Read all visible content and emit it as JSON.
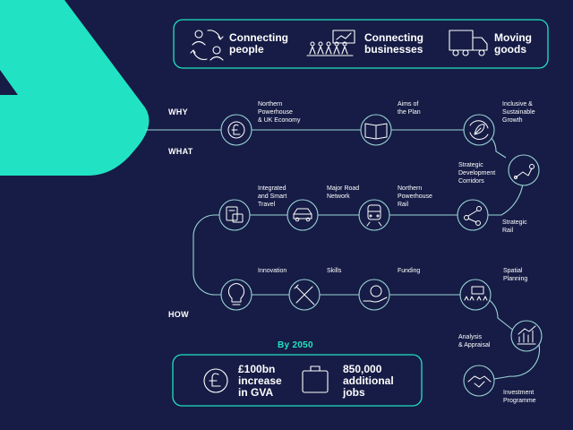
{
  "colors": {
    "background": "#161c45",
    "accent": "#21e3c3",
    "line": "#9bd5d8"
  },
  "top_box": {
    "items": [
      {
        "icon": "people-exchange-icon",
        "label_line1": "Connecting",
        "label_line2": "people"
      },
      {
        "icon": "business-meeting-icon",
        "label_line1": "Connecting",
        "label_line2": "businesses"
      },
      {
        "icon": "truck-icon",
        "label_line1": "Moving",
        "label_line2": "goods"
      }
    ]
  },
  "sections": {
    "why": "WHY",
    "what": "WHAT",
    "how": "HOW"
  },
  "nodes": {
    "northern_powerhouse_economy": {
      "line1": "Northern",
      "line2": "Powerhouse",
      "line3": "& UK Economy"
    },
    "aims": {
      "line1": "Aims of",
      "line2": "the Plan"
    },
    "inclusive": {
      "line1": "Inclusive &",
      "line2": "Sustainable",
      "line3": "Growth"
    },
    "corridors": {
      "line1": "Strategic",
      "line2": "Development",
      "line3": "Corridors"
    },
    "strategic_rail": {
      "line1": "Strategic",
      "line2": "Rail"
    },
    "integrated": {
      "line1": "Integrated",
      "line2": "and Smart",
      "line3": "Travel"
    },
    "major_road": {
      "line1": "Major Road",
      "line2": "Network"
    },
    "np_rail": {
      "line1": "Northern",
      "line2": "Powerhouse",
      "line3": "Rail"
    },
    "innovation": {
      "line1": "Innovation"
    },
    "skills": {
      "line1": "Skills"
    },
    "funding": {
      "line1": "Funding"
    },
    "spatial": {
      "line1": "Spatial",
      "line2": "Planning"
    },
    "analysis": {
      "line1": "Analysis",
      "line2": "& Appraisal"
    },
    "investment": {
      "line1": "Investment",
      "line2": "Programme"
    }
  },
  "bottom_box": {
    "heading": "By 2050",
    "gva": {
      "line1": "£100bn",
      "line2": "increase",
      "line3": "in GVA"
    },
    "jobs": {
      "line1": "850,000",
      "line2": "additional",
      "line3": "jobs"
    }
  }
}
